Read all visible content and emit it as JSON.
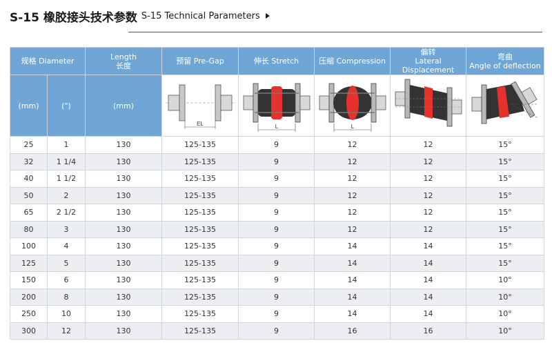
{
  "title": {
    "zh": "S-15 橡胶接头技术参数",
    "en": "S-15 Technical Parameters"
  },
  "headers": {
    "diameter": "规格 Diameter",
    "length_en": "Length",
    "length_zh": "长度",
    "pregap": "预留 Pre-Gap",
    "stretch": "伸长 Stretch",
    "compression": "压缩 Compression",
    "lateral_zh": "偏转",
    "lateral_en": "Lateral Displacement",
    "angle_zh": "弯曲",
    "angle_en": "Angle of deflection"
  },
  "units": {
    "mm1": "(mm)",
    "inch": "(\")",
    "mm2": "(mm)"
  },
  "diagram_labels": {
    "el": "EL",
    "l1": "L",
    "l2": "L"
  },
  "rows": [
    [
      "25",
      "1",
      "130",
      "125-135",
      "9",
      "12",
      "12",
      "15°"
    ],
    [
      "32",
      "1 1/4",
      "130",
      "125-135",
      "9",
      "12",
      "12",
      "15°"
    ],
    [
      "40",
      "1 1/2",
      "130",
      "125-135",
      "9",
      "12",
      "12",
      "15°"
    ],
    [
      "50",
      "2",
      "130",
      "125-135",
      "9",
      "12",
      "12",
      "15°"
    ],
    [
      "65",
      "2 1/2",
      "130",
      "125-135",
      "9",
      "12",
      "12",
      "15°"
    ],
    [
      "80",
      "3",
      "130",
      "125-135",
      "9",
      "12",
      "12",
      "15°"
    ],
    [
      "100",
      "4",
      "130",
      "125-135",
      "9",
      "14",
      "14",
      "15°"
    ],
    [
      "125",
      "5",
      "130",
      "125-135",
      "9",
      "14",
      "14",
      "15°"
    ],
    [
      "150",
      "6",
      "130",
      "125-135",
      "9",
      "14",
      "14",
      "10°"
    ],
    [
      "200",
      "8",
      "130",
      "125-135",
      "9",
      "14",
      "14",
      "10°"
    ],
    [
      "250",
      "10",
      "130",
      "125-135",
      "9",
      "14",
      "14",
      "10°"
    ],
    [
      "300",
      "12",
      "130",
      "125-135",
      "9",
      "16",
      "16",
      "10°"
    ]
  ]
}
